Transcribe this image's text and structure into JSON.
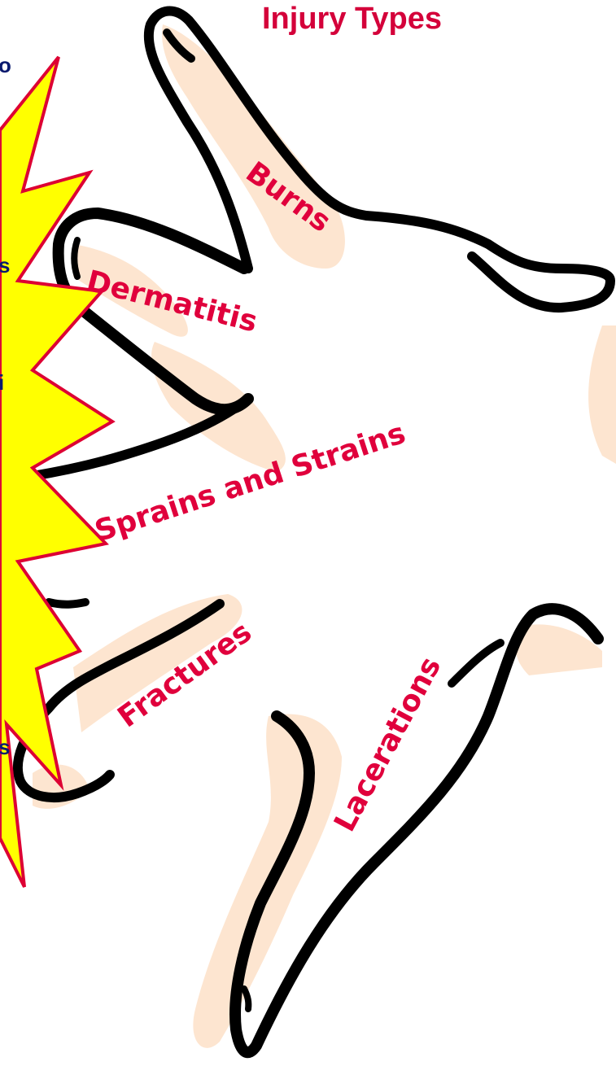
{
  "title": "Injury Types",
  "injuries": {
    "burns": "Burns",
    "dermatitis": "Dermatitis",
    "sprains": "Sprains and Strains",
    "fractures": "Fractures",
    "lacerations": "Lacerations"
  },
  "edge_text": {
    "fragment_1": "o",
    "fragment_2": "s",
    "fragment_3": "i",
    "fragment_4": "s"
  },
  "colors": {
    "label_red": "#e0003c",
    "title_red": "#d4003a",
    "burst_fill": "#ffff00",
    "burst_outline": "#dd0033",
    "shadow_peach": "#fde5d0",
    "stroke_black": "#000000",
    "fragment_navy": "#0a1a6e"
  }
}
